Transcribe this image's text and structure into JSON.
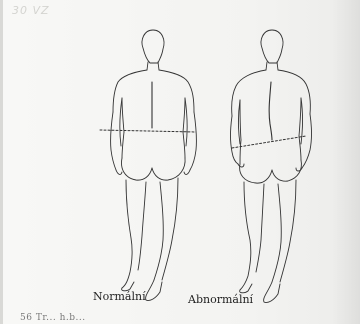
{
  "scribble": "30 VZ",
  "labels": {
    "normal": "Normální",
    "abnormal": "Abnormální"
  },
  "caption": "56 Tr... h.b..."
}
